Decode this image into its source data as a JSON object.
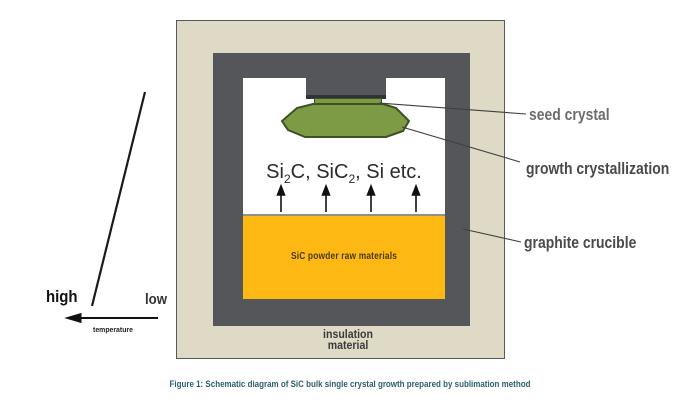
{
  "figure_caption": "Figure 1: Schematic diagram of SiC bulk single crystal growth prepared by sublimation method",
  "diagram": {
    "gas_formula_parts": [
      {
        "t": "Si"
      },
      {
        "s": "2"
      },
      {
        "t": "C, SiC"
      },
      {
        "s": "2"
      },
      {
        "t": ", Si etc."
      }
    ],
    "powder_label": "SiC powder raw materials",
    "insulation_label_lines": [
      "insulation",
      "material"
    ],
    "callouts": {
      "seed": "seed crystal",
      "growth": "growth crystallization",
      "crucible": "graphite crucible"
    },
    "temperature_scale": {
      "high": "high",
      "low": "low",
      "axis_label": "temperature"
    },
    "colors": {
      "insulation": "#dedac5",
      "crucible": "#55565a",
      "powder": "#fdb813",
      "powder_text": "#4a3a0a",
      "crystal": "#7d9b45",
      "crystal_border": "#3d5122",
      "pedestal": "#55565c",
      "caption": "#2b5f6d",
      "callout_seed": "#6d6d6d",
      "callout_dark": "#4a4a4a"
    }
  }
}
